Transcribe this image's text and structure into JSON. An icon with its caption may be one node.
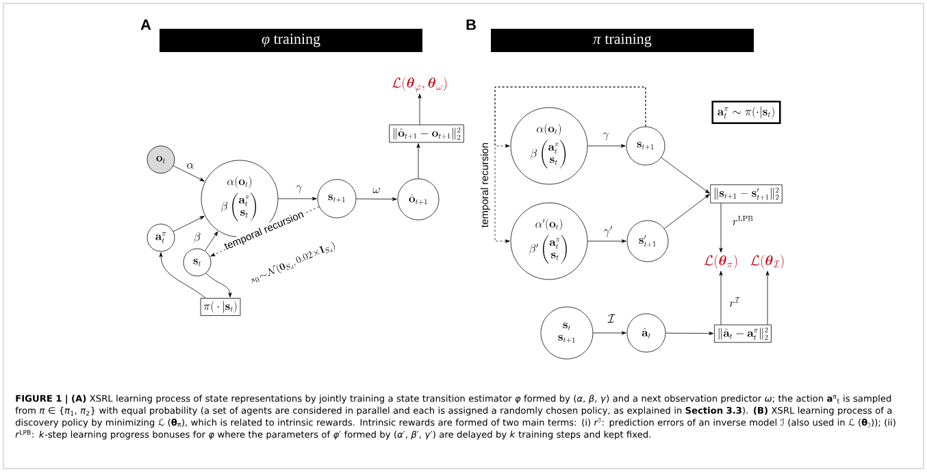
{
  "diagram": {
    "caption": "**FIGURE 1 | (A)** XSRL learning process of state representations by jointly training a state transition estimator *φ* formed by (*α*, *β*, *γ*) and a next observation predictor *ω*; the action **a**$^{π}$$_{t}$ is sampled from *π* ∈ {*π*$_{1}$, *π*$_{2}$} with equal probability (a set of agents are considered in parallel and each is assigned a randomly chosen policy, as explained in **Section 3.3**). **(B)** XSRL learning process of a discovery policy by minimizing ℒ (**θ**$_{π}$), which is related to intrinsic rewards. Intrinsic rewards are formed of two main terms: (i) *r*$^{ℐ}$: prediction errors of an inverse model ℐ (also used in ℒ (**θ**$_{ℐ}$)); (ii) *r*$^{LPB}$: *k*-step learning progress bonuses for *φ* where the parameters of *φ*′ formed by (*α*′, *β*′, *γ*′) are delayed by *k* training steps and kept fixed.",
    "nodes": [
      {
        "text": [
          "*φ* training"
        ]
      },
      {
        "text": [
          "*π* training"
        ]
      },
      {
        "text": [
          "\\mathbf{o}_t"
        ]
      },
      {
        "text": [
          "\\alpha(\\mathbf{o}_t)",
          "\\beta\\begin{pmatrix}\\mathbf{a}_t^{\\pi}\\\\ \\mathbf{s}_t\\end{pmatrix}"
        ]
      },
      {
        "text": [
          "\\mathbf{a}_t^{\\pi}"
        ]
      },
      {
        "text": [
          "\\mathbf{s}_t"
        ]
      },
      {
        "text": [
          "\\pi(\\,\\cdot\\,|\\mathbf{s}_t)"
        ]
      },
      {
        "text": [
          "\\mathbf{s}_{t+1}"
        ]
      },
      {
        "text": [
          "\\hat{\\mathbf{o}}_{t+1}"
        ]
      },
      {
        "text": [
          "\\|\\hat{\\mathbf{o}}_{t+1}-\\mathbf{o}_{t+1}\\|_2^2"
        ]
      },
      {
        "text": [
          "\\mathcal{L}(\\boldsymbol{\\theta}_{\\varphi},\\boldsymbol{\\theta}_{\\omega})"
        ]
      },
      {
        "text": [
          "\\alpha(\\mathbf{o}_t)",
          "\\beta\\begin{pmatrix}\\mathbf{a}_t^{\\pi}\\\\ \\mathbf{s}_t\\end{pmatrix}"
        ]
      },
      {
        "text": [
          "\\mathbf{s}_{t+1}"
        ]
      },
      {
        "text": [
          "\\alpha'(\\mathbf{o}_t)",
          "\\beta'\\begin{pmatrix}\\mathbf{a}_t^{\\pi}\\\\ \\mathbf{s}_t\\end{pmatrix}"
        ]
      },
      {
        "text": [
          "\\mathbf{s}'_{t+1}"
        ]
      },
      {
        "text": [
          "\\|\\mathbf{s}_{t+1}-\\mathbf{s}'_{t+1}\\|_2^2"
        ]
      },
      {
        "text": [
          "\\mathbf{a}_t^{\\pi}\\sim\\pi(\\cdot|\\mathbf{s}_t)"
        ]
      },
      {
        "text": [
          "\\mathcal{L}(\\boldsymbol{\\theta}_{\\pi})"
        ]
      },
      {
        "text": [
          "\\mathcal{L}(\\boldsymbol{\\theta}_{\\mathcal{I}})"
        ]
      },
      {
        "text": [
          "\\mathbf{s}_t",
          "\\mathbf{s}_{t+1}"
        ]
      },
      {
        "text": [
          "\\hat{\\mathbf{a}}_t"
        ]
      },
      {
        "text": [
          "\\|\\hat{\\mathbf{a}}_t-\\mathbf{a}_t^{\\pi}\\|_2^2"
        ]
      }
    ],
    "edges": [
      {
        "from": 2,
        "to": 3,
        "arrow": "to",
        "label": "\\alpha"
      },
      {
        "from": 4,
        "to": 3,
        "arrow": "to"
      },
      {
        "from": 5,
        "to": 3,
        "arrow": "to",
        "label": "\\beta"
      },
      {
        "from": 3,
        "to": 7,
        "arrow": "to",
        "label": "\\gamma"
      },
      {
        "from": 7,
        "to": 8,
        "arrow": "to",
        "label": "\\omega"
      },
      {
        "from": 8,
        "to": 9,
        "arrow": "to"
      },
      {
        "from": 9,
        "to": 10,
        "arrow": "to"
      },
      {
        "from": 7,
        "to": 5,
        "arrow": "to",
        "style": "dashed",
        "label": "temporal recursion"
      },
      {
        "from": 5,
        "to": 6,
        "arrow": "to"
      },
      {
        "from": 6,
        "to": 4,
        "arrow": "to"
      },
      {
        "from": 11,
        "to": 12,
        "arrow": "to",
        "label": "\\gamma"
      },
      {
        "from": 13,
        "to": 14,
        "arrow": "to",
        "label": "\\gamma'"
      },
      {
        "from": 12,
        "to": 15,
        "arrow": "to"
      },
      {
        "from": 14,
        "to": 15,
        "arrow": "to"
      },
      {
        "from": 15,
        "to": 17,
        "arrow": "to",
        "label": "r^{\\mathrm{LPB}}"
      },
      {
        "from": 12,
        "to": 11,
        "arrow": "to",
        "style": "dashed",
        "label": "temporal recursion"
      },
      {
        "from": 12,
        "to": 13,
        "arrow": "to",
        "style": "dashed"
      },
      {
        "from": 19,
        "to": 20,
        "arrow": "to",
        "label": "\\mathcal{I}"
      },
      {
        "from": 20,
        "to": 21,
        "arrow": "to"
      },
      {
        "from": 21,
        "to": 17,
        "arrow": "to",
        "label": "r^{\\mathcal{I}}"
      },
      {
        "from": 21,
        "to": 18,
        "arrow": "to"
      }
    ],
    "labels": [
      "A",
      "B",
      "s_0\\!\\sim\\!\\mathcal{N}(\\mathbf{0}_{S_d},0.02\\!\\times\\!\\mathbf{I}_{S_d})"
    ]
  }
}
